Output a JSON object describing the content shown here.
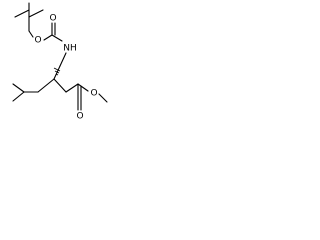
{
  "molecule": {
    "labels": {
      "amine": "NH",
      "carbamate_carbonyl_oxygen": "O",
      "carbamate_ether_oxygen": "O",
      "ester_carbonyl_oxygen": "O",
      "ester_ether_oxygen": "O"
    },
    "colors": {
      "bond": "#000000",
      "label": "#000000",
      "background": "#ffffff"
    }
  }
}
